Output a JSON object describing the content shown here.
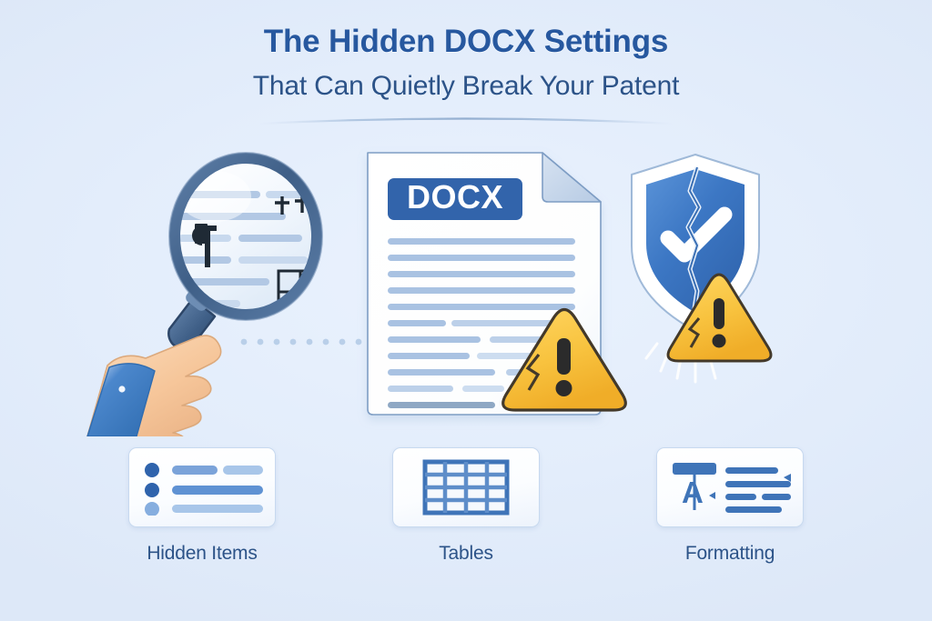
{
  "header": {
    "title": "The Hidden DOCX Settings",
    "subtitle": "That Can Quietly Break Your Patent",
    "title_color": "#27589f",
    "subtitle_color": "#2c5388"
  },
  "illustration": {
    "background_color": "#e3edfb",
    "document": {
      "badge_label": "DOCX",
      "badge_color": "#3264ab",
      "badge_text_color": "#ffffff",
      "page_color": "#ffffff",
      "fold_color": "#c3d4ea",
      "text_line_color": "#a9c2e2",
      "text_line_count": 13
    },
    "magnifier": {
      "rim_color": "#4a6c96",
      "lens_color": "#f4f8fd",
      "handle_color": "#47658c",
      "marks": [
        "pilcrow",
        "plus-row",
        "table-grid",
        "text-lines"
      ]
    },
    "hand": {
      "skin_color": "#f6c9a0",
      "sleeve_color": "#3e7cc4"
    },
    "shield": {
      "body_color": "#3c77c4",
      "outline_color": "#ffffff",
      "check_color": "#ffffff",
      "state": "cracked"
    },
    "warnings": [
      {
        "name": "document-warning",
        "fill": "#f6c03c",
        "symbol": "!"
      },
      {
        "name": "shield-warning",
        "fill": "#f6c03c",
        "symbol": "!"
      }
    ],
    "dotted_connector": {
      "color": "#b9cfe9",
      "dots": 13
    }
  },
  "cards": [
    {
      "id": "hidden-items",
      "label": "Hidden Items",
      "icon": "bullet-list-icon"
    },
    {
      "id": "tables",
      "label": "Tables",
      "icon": "table-grid-icon"
    },
    {
      "id": "formatting",
      "label": "Formatting",
      "icon": "text-formatting-icon"
    }
  ]
}
